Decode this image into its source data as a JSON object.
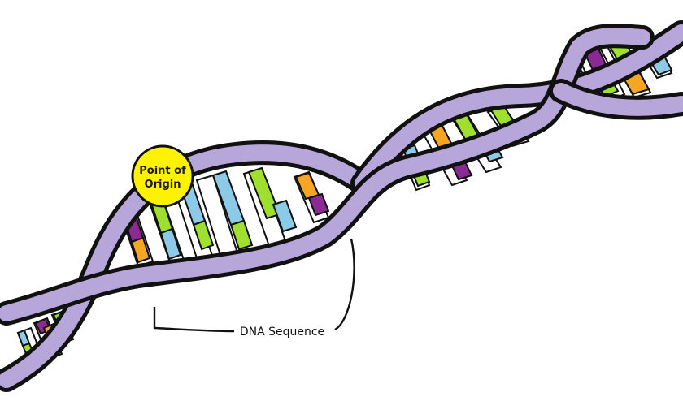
{
  "labels": {
    "origin_line1": "Point of",
    "origin_line2": "Origin",
    "sequence": "DNA Sequence"
  },
  "colors": {
    "background": "#ffffff",
    "backbone": "#b7a6d9",
    "outline": "#111111",
    "marker_fill": "#fff200",
    "base_green": "#9fe02e",
    "base_blue": "#8ccbe8",
    "base_purple": "#8b2a92",
    "base_orange": "#f6a623",
    "base_white": "#ffffff"
  }
}
